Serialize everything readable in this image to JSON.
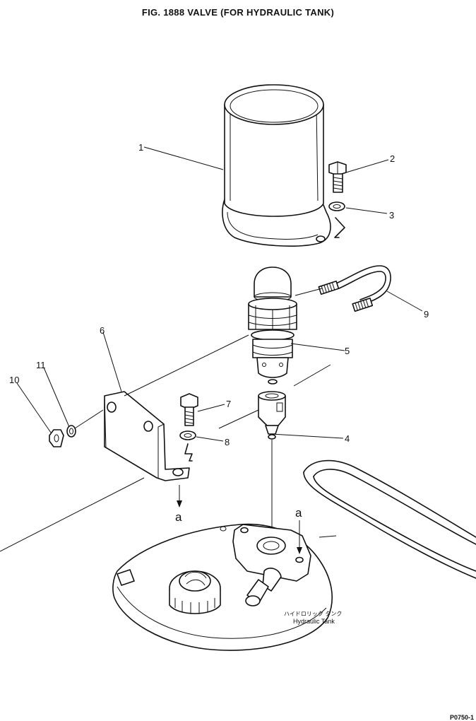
{
  "title": "FIG. 1888  VALVE (FOR HYDRAULIC TANK)",
  "callouts": {
    "c1": "1",
    "c2": "2",
    "c3": "3",
    "c4": "4",
    "c5": "5",
    "c6": "6",
    "c7": "7",
    "c8": "8",
    "c9": "9",
    "c10": "10",
    "c11": "11"
  },
  "markers": {
    "a_left": "a",
    "a_right": "a"
  },
  "tank_label": {
    "jp": "ハイドロリック タンク",
    "en": "Hydraulic Tank"
  },
  "footer_code": "P0750-1"
}
